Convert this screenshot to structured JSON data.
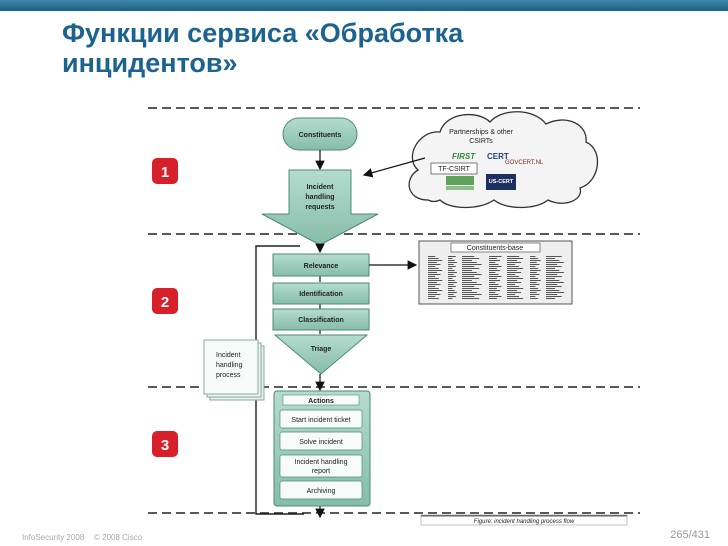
{
  "title": {
    "line1": "Функции сервиса «Обработка",
    "line2": "инцидентов»"
  },
  "footer": {
    "left": "InfoSecurity 2008",
    "middle": "© 2008 Cisco",
    "page": "265/431"
  },
  "colors": {
    "header": "#1d6390",
    "box": "#92c6b6",
    "step": "#d8202a"
  },
  "diagram": {
    "constituents": "Constituents",
    "partners": {
      "title": [
        "Partnerships & other",
        "CSIRTs"
      ],
      "logos": [
        "FIRST",
        "CERT",
        "TF-CSIRT",
        "GOVCERT.NL",
        "US-CERT"
      ]
    },
    "requests": [
      "Incident",
      "handling",
      "requests"
    ],
    "relevance": "Relevance",
    "identification": "Identification",
    "classification": "Classification",
    "triage": "Triage",
    "actions_title": "Actions",
    "actions": [
      "Start incident ticket",
      "Solve incident",
      "Incident handling report",
      "Archiving"
    ],
    "process": [
      "Incident",
      "handling",
      "process"
    ],
    "constituents_base": "Constituents-base",
    "figure_caption": "Figure: incident handling process flow",
    "steps": [
      "1",
      "2",
      "3"
    ]
  }
}
